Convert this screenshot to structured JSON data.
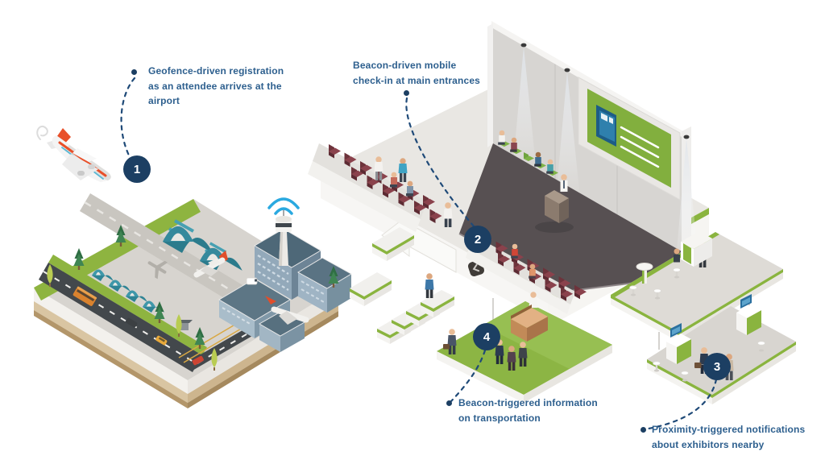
{
  "diagram": {
    "type": "isometric-infographic",
    "topic": "Beacon and geofence driven attendee journey at an event",
    "background": "#ffffff"
  },
  "palette": {
    "accent_navy": "#1c3f63",
    "label_text_blue": "#2d5f8e",
    "accent_green": "#8ab43f",
    "hangar_teal": "#35899c",
    "chair_maroon": "#7d3c45",
    "wifi_blue": "#2aa9e0"
  },
  "steps": [
    {
      "number": "1",
      "lines": [
        "Geofence-driven registration",
        "as an attendee arrives at the",
        "airport"
      ]
    },
    {
      "number": "2",
      "lines": [
        "Beacon-driven mobile",
        "check-in at main entrances"
      ]
    },
    {
      "number": "3",
      "lines": [
        "Proximity-triggered notifications",
        "about exhibitors nearby"
      ]
    },
    {
      "number": "4",
      "lines": [
        "Beacon-triggered information",
        "on transportation"
      ]
    }
  ],
  "scene_icons": {
    "airplane": "airplane-icon",
    "wifi": "wifi-signal-icon",
    "beacon": "beacon-device-icon",
    "screen": "presentation-screen",
    "podium": "speaker-podium"
  }
}
